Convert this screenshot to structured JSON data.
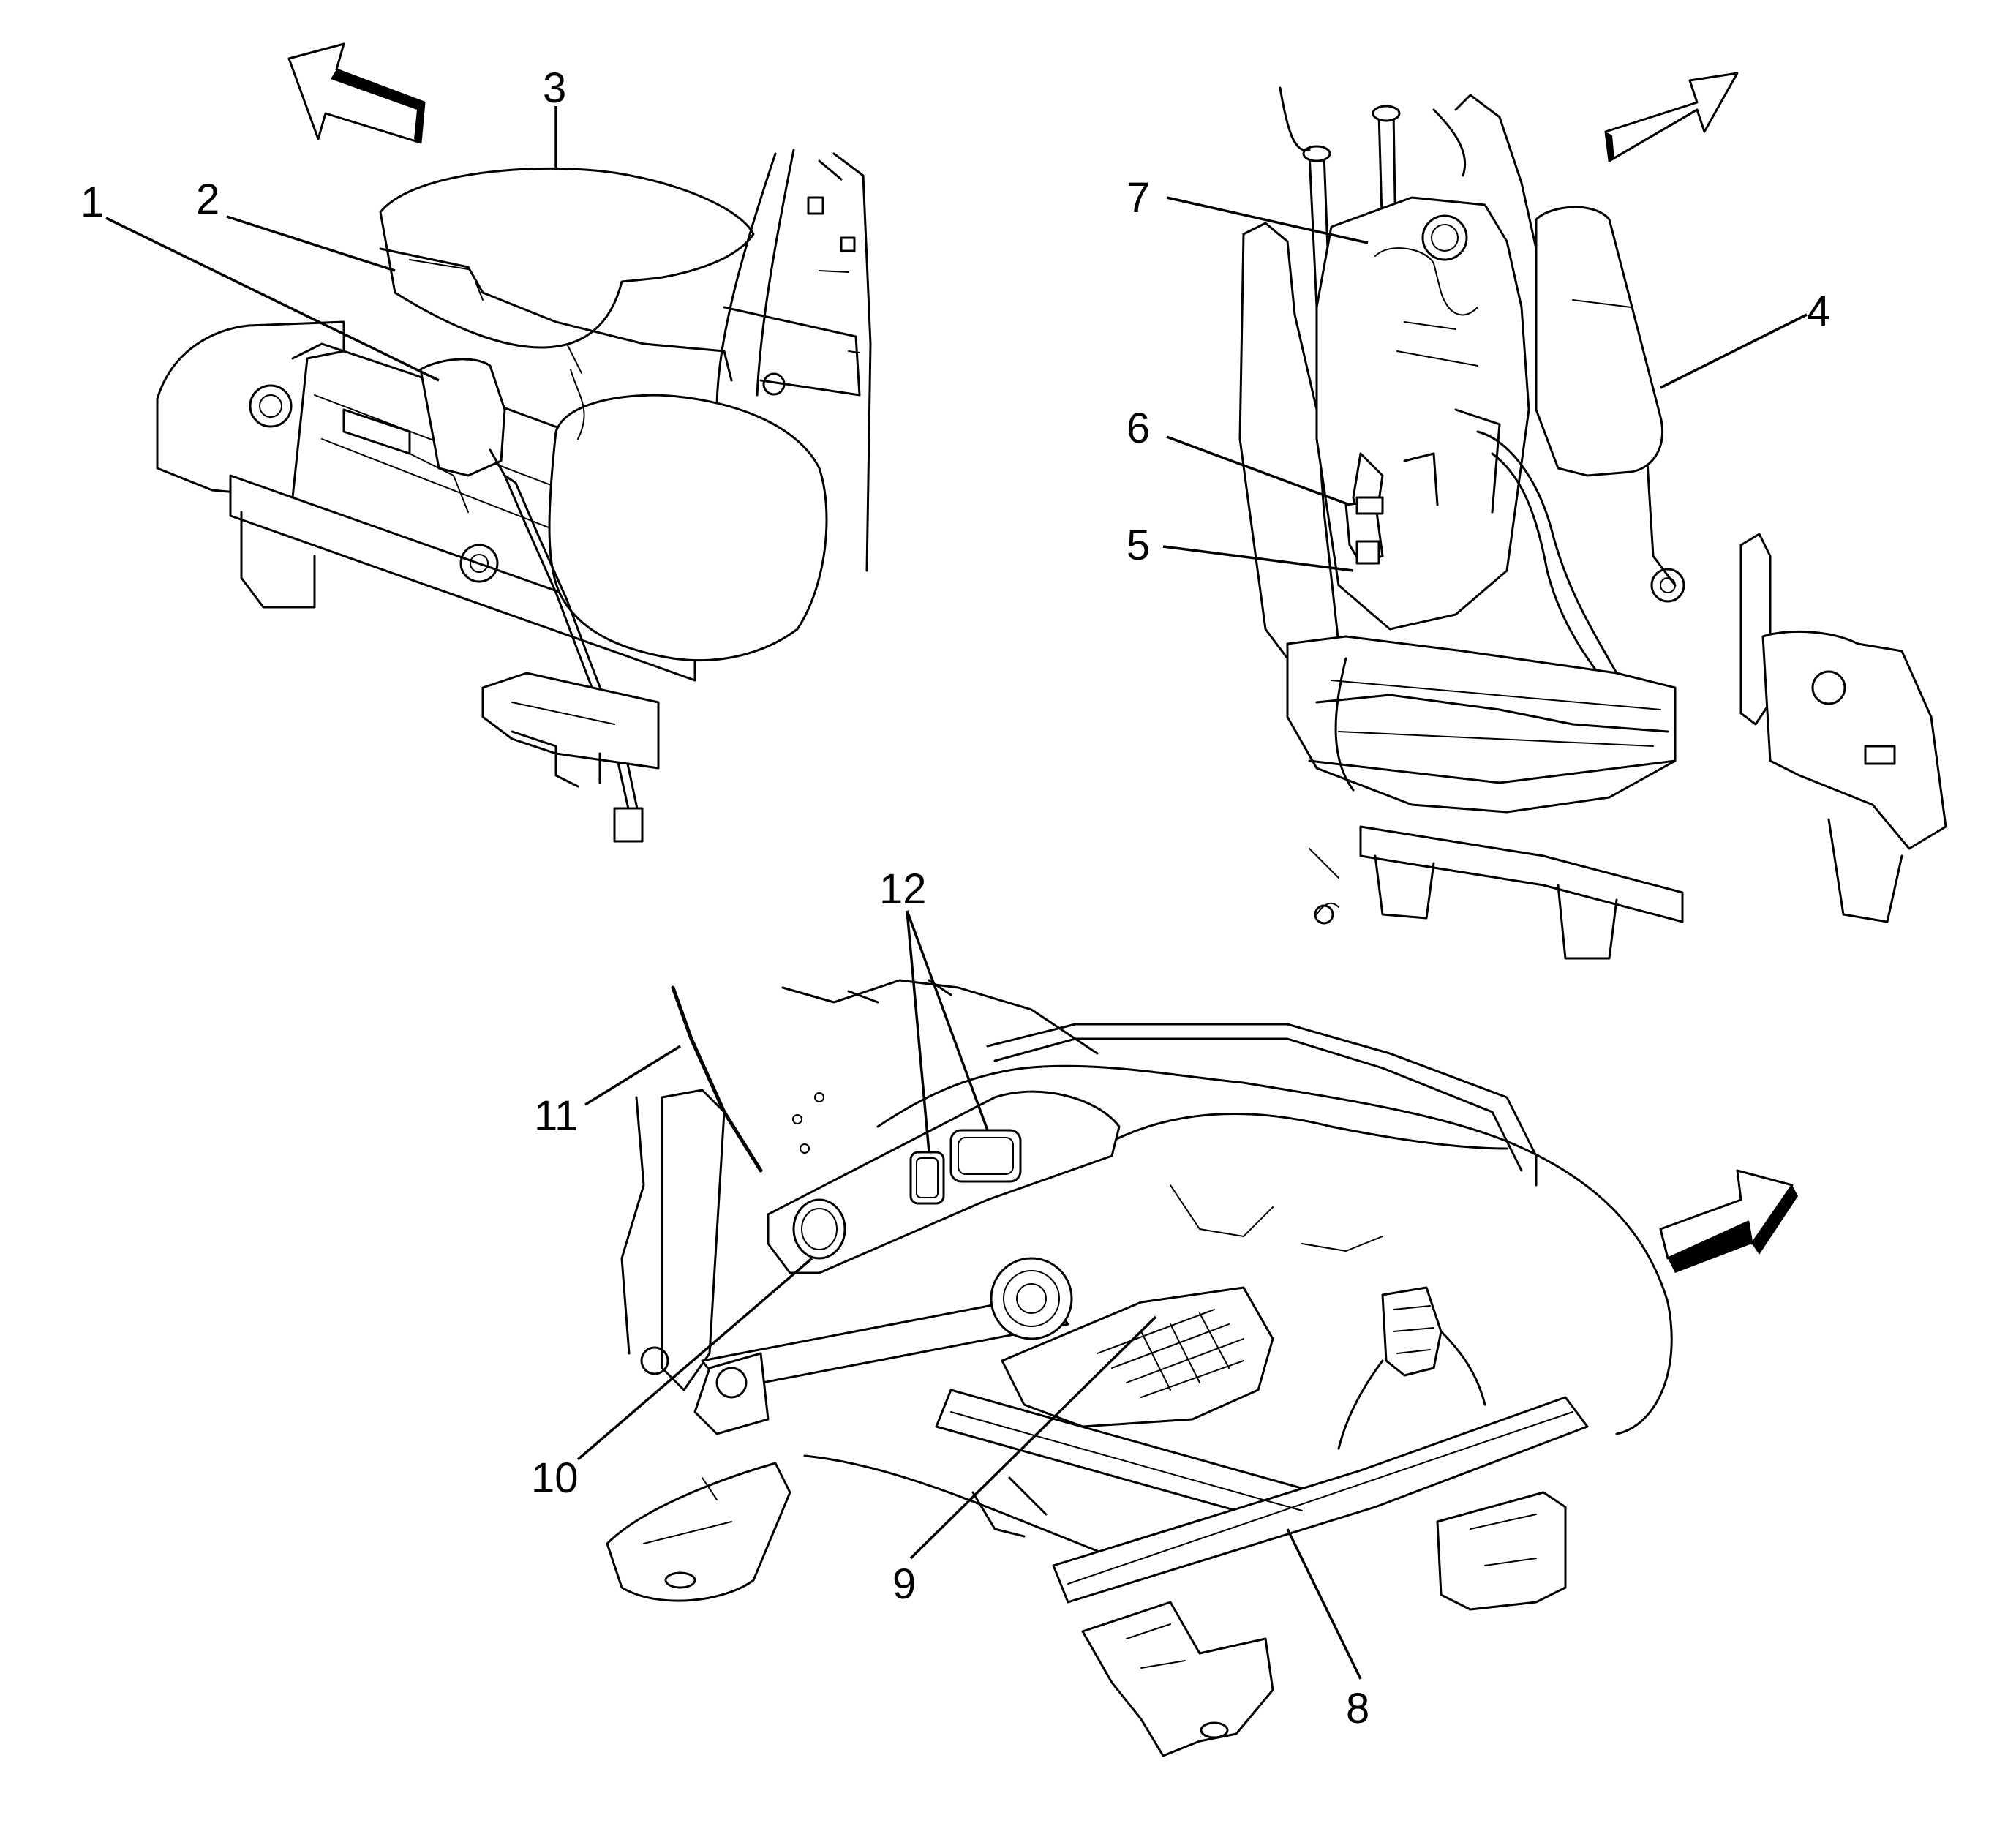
{
  "callouts": [
    {
      "id": "1",
      "label": "1"
    },
    {
      "id": "2",
      "label": "2"
    },
    {
      "id": "3",
      "label": "3"
    },
    {
      "id": "4",
      "label": "4"
    },
    {
      "id": "5",
      "label": "5"
    },
    {
      "id": "6",
      "label": "6"
    },
    {
      "id": "7",
      "label": "7"
    },
    {
      "id": "8",
      "label": "8"
    },
    {
      "id": "9",
      "label": "9"
    },
    {
      "id": "10",
      "label": "10"
    },
    {
      "id": "11",
      "label": "11"
    },
    {
      "id": "12",
      "label": "12"
    }
  ],
  "arrows": [
    {
      "name": "front-direction-arrow-view-1",
      "direction": "upper-left"
    },
    {
      "name": "front-direction-arrow-view-2",
      "direction": "upper-right"
    },
    {
      "name": "front-direction-arrow-view-3",
      "direction": "upper-right"
    }
  ]
}
